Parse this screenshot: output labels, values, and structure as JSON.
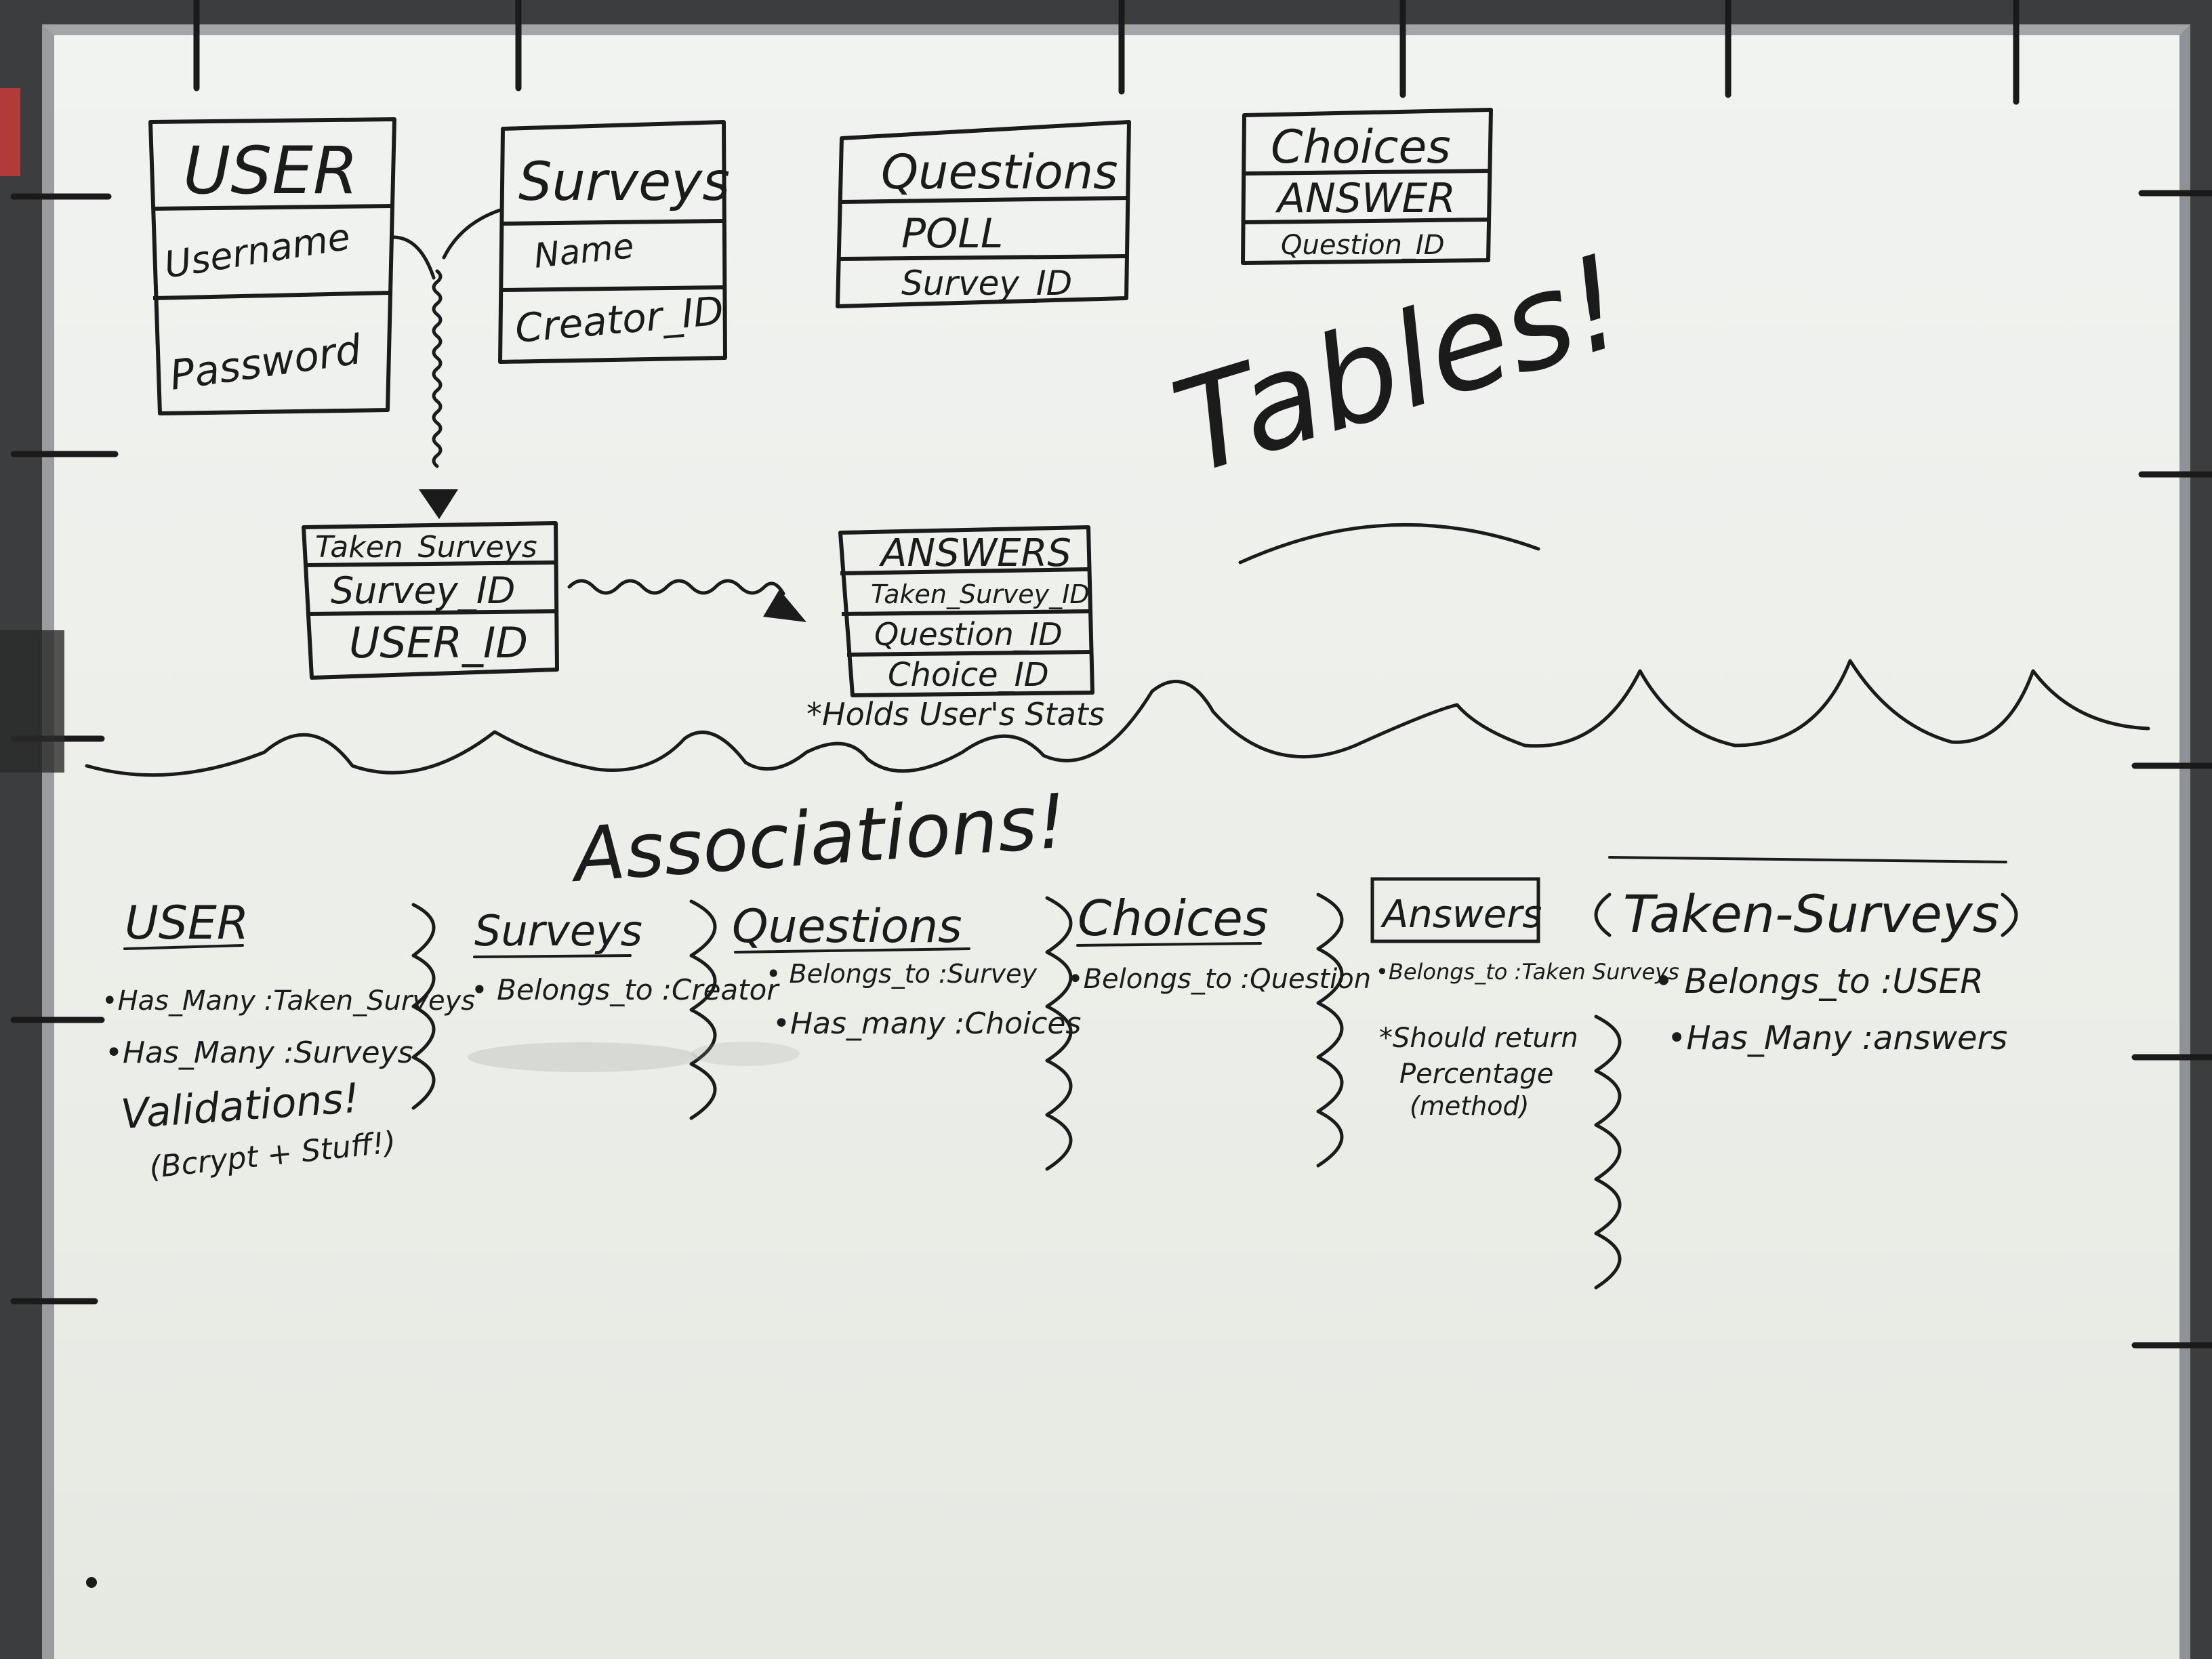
{
  "tables": {
    "user": {
      "title": "USER",
      "fields": [
        "Username",
        "Password"
      ]
    },
    "surveys": {
      "title": "Surveys",
      "fields": [
        "Name",
        "Creator_ID"
      ]
    },
    "questions": {
      "title": "Questions",
      "fields": [
        "POLL",
        "Survey_ID"
      ]
    },
    "choices": {
      "title": "Choices",
      "fields": [
        "ANSWER",
        "Question_ID"
      ]
    },
    "taken_surveys": {
      "title": "Taken_Surveys",
      "fields": [
        "Survey_ID",
        "USER_ID"
      ]
    },
    "answers": {
      "title": "ANSWERS",
      "fields": [
        "Taken_Survey_ID",
        "Question_ID",
        "Choice_ID"
      ],
      "note": "*Holds User's Stats"
    }
  },
  "heading_tables": "Tables!",
  "heading_associations": "Associations!",
  "associations": {
    "user": {
      "title": "USER",
      "lines": [
        "•Has_Many :Taken_Surveys",
        "•Has_Many :Surveys",
        "Validations!",
        "(Bcrypt + Stuff!)"
      ]
    },
    "surveys": {
      "title": "Surveys",
      "lines": [
        "• Belongs_to :Creator"
      ]
    },
    "questions": {
      "title": "Questions",
      "lines": [
        "• Belongs_to :Survey",
        "•Has_many :Choices"
      ]
    },
    "choices": {
      "title": "Choices",
      "lines": [
        "•Belongs_to :Question"
      ]
    },
    "answers": {
      "title": "Answers",
      "lines": [
        "•Belongs_to :Taken Surveys",
        "*Should return",
        "Percentage",
        "(method)"
      ]
    },
    "taken_surveys": {
      "title": "Taken-Surveys",
      "lines": [
        "• Belongs_to :USER",
        "•Has_Many :answers"
      ]
    }
  }
}
